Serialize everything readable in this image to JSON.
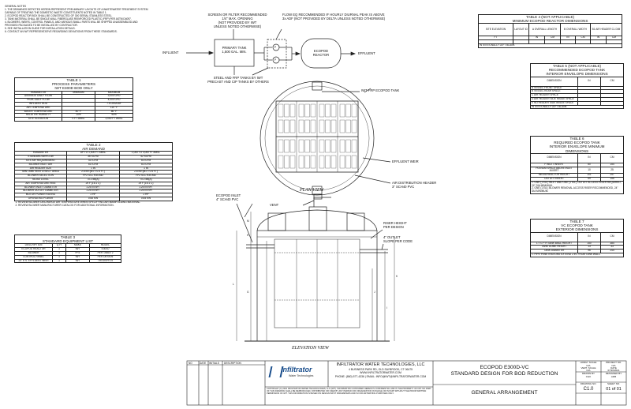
{
  "general_notes": {
    "title": "GENERAL NOTES",
    "items": [
      "1.  THE DRAWINGS DEPICTED HEREIN REPRESENT PRELIMINARY LAYOUTS OF A WASTEWATER TREATMENT SYSTEM CAPABLE OF TREATING THE DOMESTIC WASTE CONSTITUENTS NOTED IN TABLE 1.",
      "2.  ECOPOD REACTOR BOX SHALL BE CONSTRUCTED OF 300 SERIAL STAINLESS STEEL.",
      "3.  TANK MATERIAL SHALL BE SINGLE WALL FIBERGLASS REINFORCED PLASTIC (FRP) PER ASTM D4097.",
      "4.  BLOWERS, WEIRS, CONTROL PANELS, AND VARIOUS SMALL PARTS WILL BE SHIPPED UNASSEMBLED AND PROVIDED PACKAGED TO BE INSTALLED BY CONTRACTOR.",
      "5.  SEE INSTALLATION GUIDE FOR INSTALLATION DETAILS.",
      "6.  CONTACT AN IWT REPRESENTATIVE REGARDING DEVIATIONS FROM THESE STANDARDS."
    ]
  },
  "table1": {
    "title": [
      "TABLE 1",
      "PROCESS PARAMETERS",
      "IWT E300D BOD ONLY"
    ],
    "headers": [
      "PARAMETER",
      "MINIMUM",
      "MAXIMUM"
    ],
    "rows": [
      [
        "AVERAGE DAILY FLOW",
        "",
        "3,000 GPD"
      ],
      [
        "PEAK DAILY FLOW",
        "",
        "4,000 GPD"
      ],
      [
        "INFLUENT BOD",
        "",
        "7.5 LBS/DAY"
      ],
      [
        "AIR TEMPERATURE",
        "",
        "110 °F"
      ],
      [
        "WATER TEMPERATURE",
        "50 °F",
        "86 °F"
      ],
      [
        "RELATIVE HUMIDITY",
        "10%",
        "90%"
      ],
      [
        "SITE ELEVATION",
        "0 FT AMSL",
        "3,000 FT AMSL"
      ]
    ]
  },
  "table2": {
    "title": [
      "TABLE 2",
      "AIR DEMAND"
    ],
    "headers": [
      "PARAMETER",
      "UP TO 1,000 FT AMSL",
      "1,000 TO 3,000 FT AMSL"
    ],
    "rows": [
      [
        "STANDARD AIRFLOW",
        "36 SCFM",
        "42 SCFM"
      ],
      [
        "SITE AIR REQUIREMENT",
        "41 ICFM",
        "51 ICFM"
      ],
      [
        "BLOWER INLET AIR",
        "51 ICFM",
        "51 ICFM"
      ],
      [
        "AIR HEADER SIZE",
        "1 IN",
        "1 IN"
      ],
      [
        "MIN TANK VENT & SECT. AREA",
        "2.6 IN² (Ø1 = 0.4 FT)",
        "2.6 IN² (Ø1 = 0.4 FT)"
      ],
      [
        "BLOWER SELECTION",
        "FPZ SCL R30-MD",
        "FPZ SCL R30-MD"
      ],
      [
        "NOISE LEVEL",
        "70.2 dB(A)",
        "70.2 dB(A)"
      ],
      [
        "AIR TEMPERATURE RISE",
        "29 F (16.1 C)",
        "29 F (16.1 C)"
      ],
      [
        "BLOWER INLET DIAMETER",
        "1.25 IN NPT",
        "1.25 IN NPT"
      ],
      [
        "BLOWER OUTLET DIAMETER",
        "1.25 IN NPT",
        "1.25 IN NPT"
      ],
      [
        "MOTOR POWER RATING",
        "2 HP",
        "2 HP"
      ],
      [
        "OPERATING POWER",
        "0.65 KW",
        "0.65 KW"
      ]
    ],
    "notes": [
      "1. REVIEW BLOWER DISCHARGE AIR TEMPERATURE WHEN SPECIFYING AIR MANIFOLDING MATERIAL.",
      "2. REVIEW BLOWER MANUFACTURER CATALOG FOR ADDITIONAL INFORMATION."
    ]
  },
  "table3": {
    "title": [
      "TABLE 3",
      "STANDARD EQUIPMENT LIST"
    ],
    "headers": [
      "DESCRIPTION",
      "QTY",
      "MAKE",
      "MODEL"
    ],
    "rows": [
      [
        "ECOPOD REACTOR",
        "1",
        "IWT",
        "E300D"
      ],
      [
        "BLOWER",
        "1",
        "FPZ",
        "PER TABLE 2"
      ],
      [
        "CONTROL PANEL",
        "1",
        "IWT",
        "PER DESIGN"
      ],
      [
        "24\" E.S. EFFLUENT WEIR",
        "1",
        "IWT",
        "TROUGH 0.5"
      ]
    ]
  },
  "table4": {
    "title": [
      "TABLE 4 (NOT APPLICABLE)",
      "MINIMUM ECOPOD REACTOR DIMENSIONS"
    ],
    "headers": [
      "SITE ELEVATION",
      "LAYOUT ID",
      "A OVERALL LENGTH",
      "B OVERALL WIDTH",
      "B1 AIR HEADER CL DIM"
    ],
    "units": [
      "FT",
      "",
      "IN",
      "CM",
      "IN",
      "CM",
      "IN",
      "CM"
    ],
    "note": "INTENTIONALLY LEFT BLANK"
  },
  "table5": {
    "title": [
      "TABLE 5 (NOT APPLICABLE)",
      "RECOMMENDED ECOPOD TANK",
      "INTERIOR ENVELOPE DIMENSIONS"
    ],
    "headers": [
      "DIMENSION",
      "IN",
      "CM"
    ],
    "rows": [
      "A VESSEL FRONT SPACE",
      "B VESSEL REAR SPACE",
      "C AIR HEADER SPACE",
      "D AIR HEADER SIDE INSIDE SPACE",
      "E NO HEADER SIDE INSIDE SPACE"
    ],
    "note": "INTENTIONALLY LEFT BLANK"
  },
  "table6": {
    "title": [
      "TABLE 6",
      "REQUIRED ECOPOD TANK",
      "INTERIOR ENVELOPE MINIMUM",
      "DIMENSIONS"
    ],
    "headers": [
      "DIMENSION",
      "IN",
      "CM"
    ],
    "rows": [
      [
        "F INLET INVERT",
        "60",
        "154"
      ],
      [
        "PLENUM SPACE ABOVE INLET INVERT",
        "10",
        "25"
      ],
      [
        "MEDIA REACTOR HEIGHT",
        "101",
        "257"
      ],
      [
        "OUTLET INVERT",
        "69",
        "155"
      ]
    ],
    "notes": [
      "1. ONE (1 EA.) INLET AND ONE (1 EA.) OUTLET ACCESS RISER REQUIRED, 24\" DIA MINIMUM.",
      "2. ONE (1 EA.) BLOWER REMOVAL ACCESS RISER RECOMMENDED, 24\" DIA MINIMUM."
    ]
  },
  "table7": {
    "title": [
      "TABLE 7",
      "VC ECOPOD TANK",
      "EXTERIOR DIMENSIONS"
    ],
    "headers": [
      "DIMENSION",
      "IN",
      "CM"
    ],
    "rows": [
      [
        "L = G + H TANK WALL HEIGHT",
        "150",
        "384"
      ],
      [
        "TANK DOME HEIGHT",
        "13",
        "33"
      ],
      [
        "TANK DIAMETER",
        "96",
        "244"
      ]
    ],
    "note": "1. PIPE PENETRATIONS EXTEND 2 IN. FROM TANK WALL."
  },
  "flow": {
    "note_screen": "SCREEN OR FILTER RECOMMENDED\n1/4\" MAX. OPENING\n(NOT PROVIDED BY IWT\nUNLESS NOTED OTHERWISE)",
    "note_flow_eq": "FLOW EQ RECOMMENDED IF HOURLY DIURNAL PEAK IS ABOVE\n3x ADF (NOT PROVIDED BY DELTA UNLESS NOTED OTHERWISE)",
    "influent": "INFLUENT",
    "primary_tank": "PRIMARY TANK\n1,500 GAL. MIN.",
    "pump_label": "P",
    "reactor": "ECOPOD\nREACTOR",
    "effluent": "EFFLUENT",
    "note_steel": "STEEL AND FRP TANKS BY IWT\nPRECAST AND CIP TANKS BY OTHERS"
  },
  "plan": {
    "label_tank": "IWT FRP ECOPOD TANK",
    "label_weir": "EFFLUENT WEIR",
    "label_air": "AIR DISTRIBUTION HEADER\n3\" SCH40 PVC",
    "view_title": "PLAN VIEW"
  },
  "elevation": {
    "inlet": "ECOPOD INLET\n4\" SCH40 PVC",
    "vent": "VENT",
    "riser": "RISER HEIGHT\nPER DESIGN",
    "outlet": "4\" OUTLET\nSLOPE PER CODE",
    "dims": [
      "M",
      "H",
      "L",
      "G",
      "K",
      "J",
      "I"
    ],
    "view_title": "ELEVATION VIEW"
  },
  "title_block": {
    "rev_headers": [
      "NO",
      "DATE",
      "INITIALS",
      "DESCRIPTION"
    ],
    "logo_name": "Infiltrator",
    "logo_sub": "Water Technologies",
    "company": "INFILTRATOR WATER TECHNOLOGIES, LLC",
    "address": "4 BUSINESS PARK RD, OLD SAYBROOK, CT 06475",
    "web": "WWW.INFILTRATORWATER.COM",
    "contact": "PHONE: (860) 577-4336 | EMAIL: INFO@IWT@INFILTRATORWATER.COM",
    "project_line1": "ECOPOD E300D-VC",
    "project_line2": "STANDARD DESIGN FOR BOD REDUCTION",
    "sheet_title": "GENERAL ARRANGEMENT",
    "copyright": "COPYRIGHT (C) 2021 INFILTRATOR WATER TECHNOLOGIES, LLC (IWT). INFORMATION CONTAINED HEREIN IS CONFIDENTIAL AND IS THE PROPERTY OF IWT. NO PART OF THIS DRAWING SHALL BE REPRODUCED, DISTRIBUTED OR USED BY ANY PERSON OR ORGANIZATION IN WHOLE OR IN PART WITHOUT THE PRIOR WRITTEN PERMISSION OF IWT. THIS INFORMATION IS BASED ON DESIGN INPUT PARAMETERS AND IS FOR ESTIMATING PURPOSES ONLY.",
    "fields": {
      "horiz_scale_k": "HORIZ. SCALE",
      "horiz_scale_v": "N/A",
      "project_no_k": "PROJECT NO.",
      "project_no_v": "N/A",
      "vert_scale_k": "VERT. SCALE",
      "vert_scale_v": "N/A",
      "date_k": "DATE",
      "date_v": "07/30/2021",
      "drawn_by_k": "DRAWN BY",
      "drawn_by_v": "CGK",
      "designed_by_k": "DESIGNED BY",
      "designed_by_v": "ADB",
      "drawing_no_k": "DRAWING NO.",
      "drawing_no_v": "C1.0",
      "sheet_no_k": "SHEET NO.",
      "sheet_no_v": "01 of 01"
    }
  }
}
